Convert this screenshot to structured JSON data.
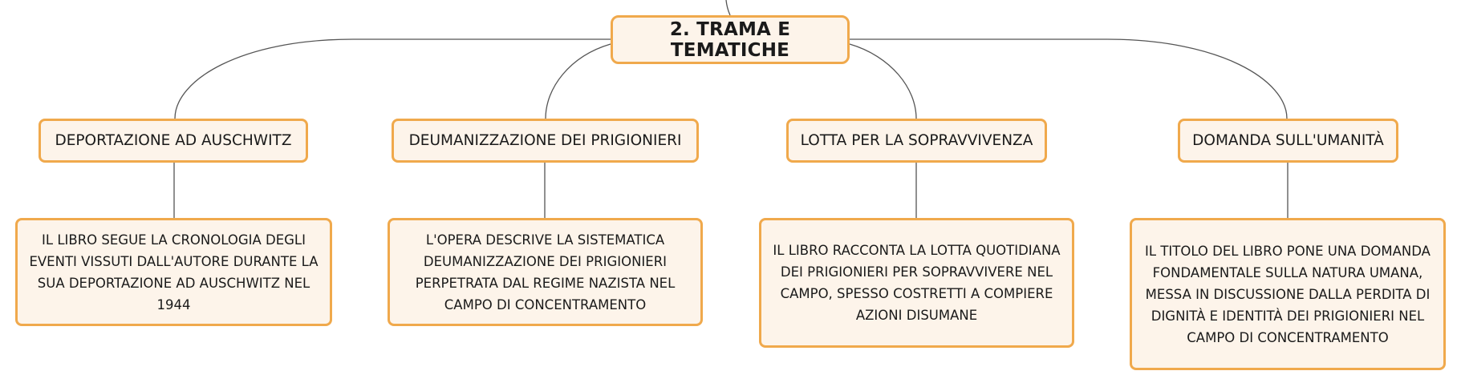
{
  "root": {
    "label": "2. TRAMA E TEMATICHE"
  },
  "branches": [
    {
      "topic": "DEPORTAZIONE AD AUSCHWITZ",
      "detail": "IL LIBRO SEGUE LA CRONOLOGIA DEGLI EVENTI VISSUTI DALL'AUTORE DURANTE LA SUA DEPORTAZIONE AD AUSCHWITZ NEL 1944"
    },
    {
      "topic": "DEUMANIZZAZIONE DEI PRIGIONIERI",
      "detail": "L'OPERA DESCRIVE LA SISTEMATICA DEUMANIZZAZIONE DEI PRIGIONIERI PERPETRATA DAL REGIME NAZISTA NEL CAMPO DI CONCENTRAMENTO"
    },
    {
      "topic": "LOTTA PER LA SOPRAVVIVENZA",
      "detail": "IL LIBRO RACCONTA LA LOTTA QUOTIDIANA DEI PRIGIONIERI PER SOPRAVVIVERE NEL CAMPO, SPESSO COSTRETTI A COMPIERE AZIONI DISUMANE"
    },
    {
      "topic": "DOMANDA SULL'UMANITÀ",
      "detail": "IL TITOLO DEL LIBRO PONE UNA DOMANDA FONDAMENTALE SULLA NATURA UMANA, MESSA IN DISCUSSIONE DALLA PERDITA DI DIGNITÀ E IDENTITÀ DEI PRIGIONIERI NEL CAMPO DI CONCENTRAMENTO"
    }
  ],
  "colors": {
    "node_fill": "#fdf4ea",
    "node_border": "#f0a94c",
    "connector": "#555555",
    "text": "#1a1a1a"
  }
}
